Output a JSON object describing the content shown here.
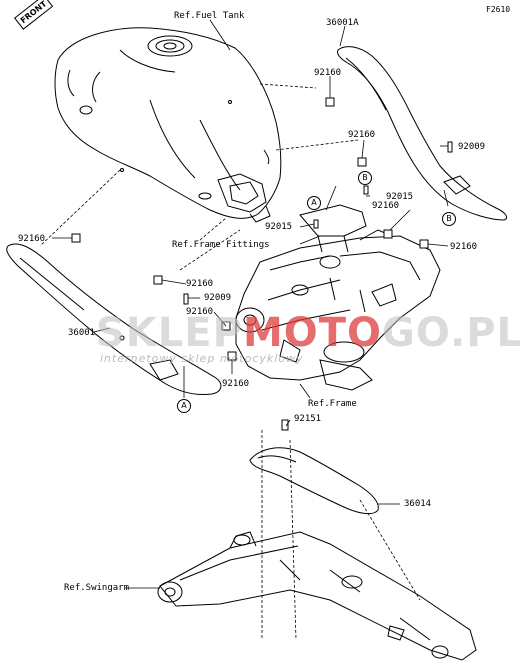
{
  "figure_code": "F2610",
  "front_label": "FRONT",
  "labels": {
    "ref_fuel_tank": "Ref.Fuel Tank",
    "ref_frame_fittings": "Ref.Frame Fittings",
    "ref_frame": "Ref.Frame",
    "ref_swingarm": "Ref.Swingarm"
  },
  "parts": {
    "p36001A": "36001A",
    "p36001": "36001",
    "p36014": "36014",
    "p92160_a": "92160",
    "p92160_b": "92160",
    "p92160_c": "92160",
    "p92160_d": "92160",
    "p92160_e": "92160",
    "p92160_f": "92160",
    "p92160_g": "92160",
    "p92160_h": "92160",
    "p92009_a": "92009",
    "p92009_b": "92009",
    "p92015_a": "92015",
    "p92015_b": "92015",
    "p92151": "92151"
  },
  "markers": {
    "a_top": "A",
    "a_bottom": "A",
    "b_top": "B",
    "b_bottom": "B"
  },
  "watermark": {
    "part1": "SKLEP",
    "part2": "MOTO",
    "part3": "GO.PL",
    "tagline": "internetowy sklep motocyklowy"
  }
}
